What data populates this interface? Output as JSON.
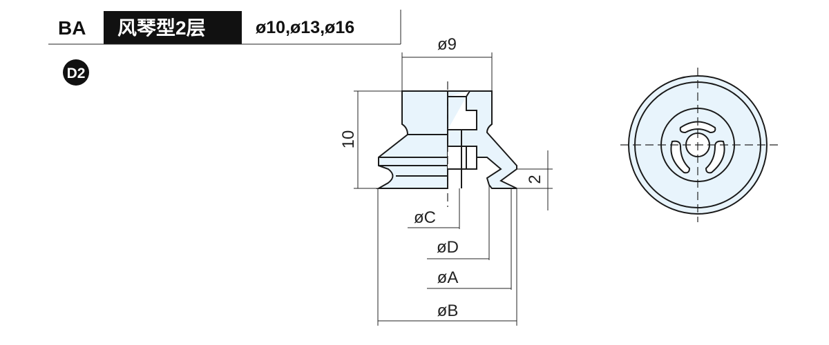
{
  "header": {
    "series_code": "BA",
    "type_label": "风琴型2层",
    "sizes": "ø10,ø13,ø16",
    "badge": "D2"
  },
  "dimensions": {
    "top_diameter": "ø9",
    "height": "10",
    "lip_height": "2",
    "c": "øC",
    "d": "øD",
    "a": "øA",
    "b": "øB"
  },
  "colors": {
    "fill": "#e8f4fc",
    "line": "#1a1a1a",
    "badge": "#111111"
  }
}
